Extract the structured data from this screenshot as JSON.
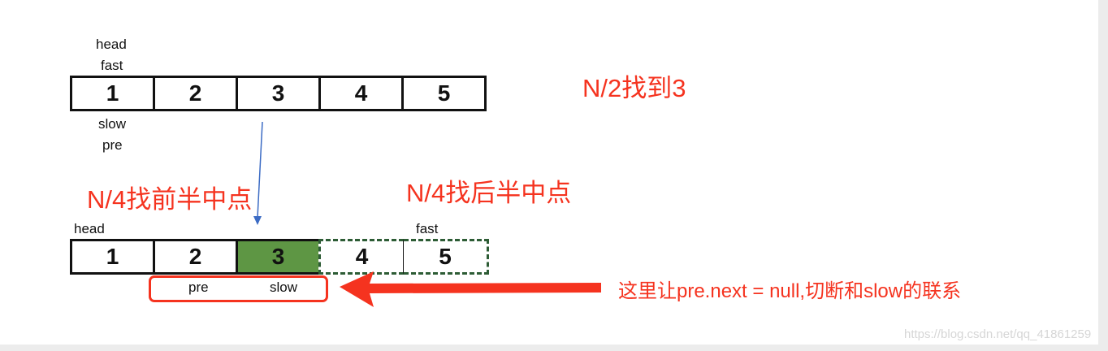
{
  "top": {
    "labels_above": [
      "head",
      "fast"
    ],
    "cells": [
      "1",
      "2",
      "3",
      "4",
      "5"
    ],
    "labels_below": [
      "slow",
      "pre"
    ],
    "annotation": "N/2找到3"
  },
  "bottom": {
    "annotation_left": "N/4找前半中点",
    "annotation_right": "N/4找后半中点",
    "head_label": "head",
    "fast_label": "fast",
    "cells": [
      "1",
      "2",
      "3",
      "4",
      "5"
    ],
    "pre_label": "pre",
    "slow_label": "slow",
    "note": "这里让pre.next = null,切断和slow的联系"
  },
  "colors": {
    "accent_red": "#f5331f",
    "highlight_green": "#5e9644",
    "dashed_green": "#2d5c35",
    "arrow_blue": "#3b6bc4"
  },
  "watermark": "https://blog.csdn.net/qq_41861259"
}
